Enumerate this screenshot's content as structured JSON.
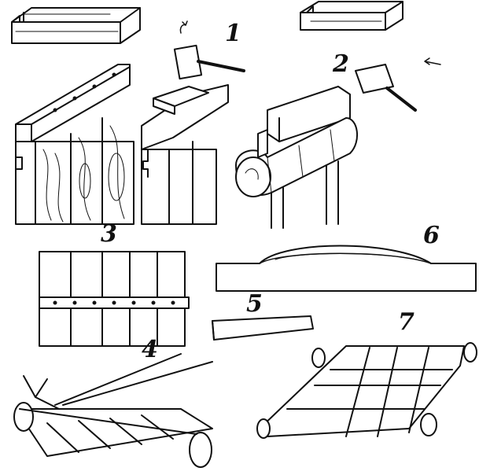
{
  "figure": {
    "step_labels": {
      "s1": "1",
      "s2": "2",
      "s3": "3",
      "s4": "4",
      "s5": "5",
      "s6": "6",
      "s7": "7"
    },
    "ink_color": "#111111",
    "paper_color": "#ffffff"
  }
}
